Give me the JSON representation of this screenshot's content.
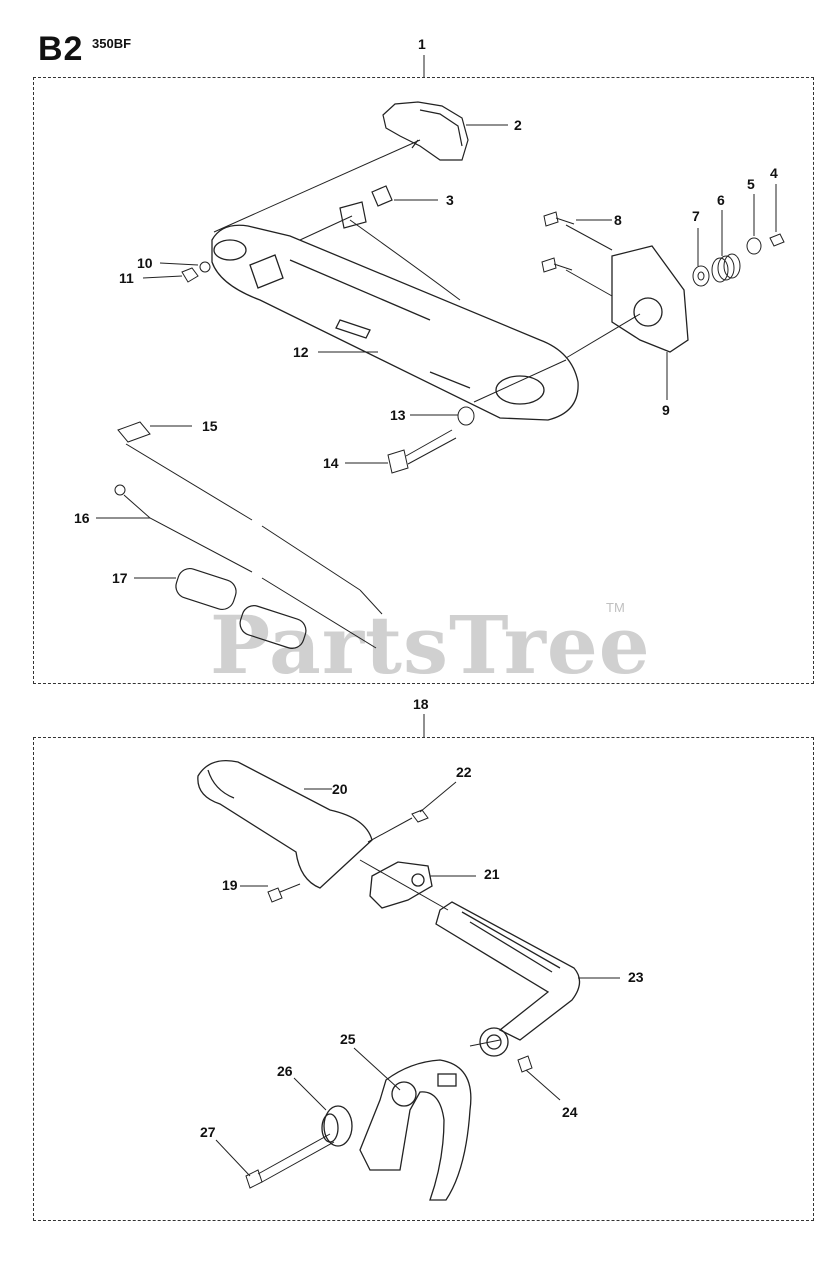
{
  "header": {
    "page_code": "B2",
    "model": "350BF"
  },
  "groups": {
    "upper": "1",
    "lower": "18"
  },
  "watermark": {
    "text": "PartsTree",
    "tm": "TM"
  },
  "callouts": {
    "c2": "2",
    "c3": "3",
    "c4": "4",
    "c5": "5",
    "c6": "6",
    "c7": "7",
    "c8": "8",
    "c9": "9",
    "c10": "10",
    "c11": "11",
    "c12": "12",
    "c13": "13",
    "c14": "14",
    "c15": "15",
    "c16": "16",
    "c17": "17",
    "c19": "19",
    "c20": "20",
    "c21": "21",
    "c22": "22",
    "c23": "23",
    "c24": "24",
    "c25": "25",
    "c26": "26",
    "c27": "27"
  }
}
